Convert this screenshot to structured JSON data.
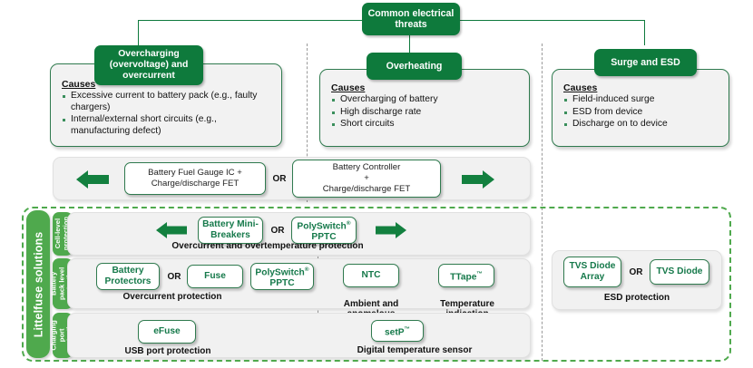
{
  "diagram": {
    "title": "Common electrical threats",
    "threats": [
      {
        "id": "overcharging",
        "label": "Overcharging\n(overvoltage) and\novercurrent",
        "causes_title": "Causes",
        "causes": [
          "Excessive current to battery pack (e.g., faulty chargers)",
          "Internal/external short circuits (e.g., manufacturing defect)"
        ]
      },
      {
        "id": "overheating",
        "label": "Overheating",
        "causes_title": "Causes",
        "causes": [
          "Overcharging of battery",
          "High discharge rate",
          "Short circuits"
        ]
      },
      {
        "id": "surge-esd",
        "label": "Surge and ESD",
        "causes_title": "Causes",
        "causes": [
          "Field-induced surge",
          "ESD from device",
          "Discharge on to device"
        ]
      }
    ],
    "controller_row": {
      "left_arrow": "left-arrow-icon",
      "right_arrow": "right-arrow-icon",
      "or": "OR",
      "item_a": "Battery Fuel Gauge IC +\nCharge/discharge FET",
      "item_b": "Battery Controller\n+\nCharge/discharge FET"
    },
    "solutions": {
      "master_label": "Littelfuse solutions",
      "rows": [
        {
          "id": "cell-level",
          "tab_label": "Cell-level\nprotection",
          "or": "OR",
          "items": [
            {
              "name": "Battery Mini-\nBreakers",
              "sup": ""
            },
            {
              "name": "PolySwitch",
              "sup": "®",
              "name2": "PPTC"
            }
          ],
          "caption": "Overcurrent and overtemperature protection"
        },
        {
          "id": "battery-pack-level",
          "tab_label": "Battery\npack level\nprotection",
          "or": "OR",
          "items": [
            {
              "name": "Battery\nProtectors",
              "sup": ""
            },
            {
              "name": "Fuse",
              "sup": ""
            },
            {
              "name": "PolySwitch",
              "sup": "®",
              "name2": "PPTC"
            },
            {
              "name": "NTC",
              "sup": ""
            },
            {
              "name": "TTape",
              "sup": "™"
            }
          ],
          "caption_left": "Overcurrent protection",
          "caption_mid": "Ambient and\nanomalous temperature",
          "caption_right": "Temperature\nindication"
        },
        {
          "id": "charging-port",
          "tab_label": "Charging\nport\nprotection",
          "items": [
            {
              "name": "eFuse",
              "sup": ""
            },
            {
              "name": "setP",
              "sup": "™"
            }
          ],
          "caption_left": "USB port protection",
          "caption_right": "Digital temperature sensor"
        }
      ],
      "esd": {
        "or": "OR",
        "items": [
          {
            "name": "TVS Diode\nArray"
          },
          {
            "name": "TVS Diode"
          }
        ],
        "caption": "ESD protection"
      }
    },
    "colors": {
      "dark_green": "#0E7A3C",
      "light_green": "#4FA94D",
      "pill_text": "#15794A",
      "strip_bg": "#F1F1F1"
    }
  }
}
